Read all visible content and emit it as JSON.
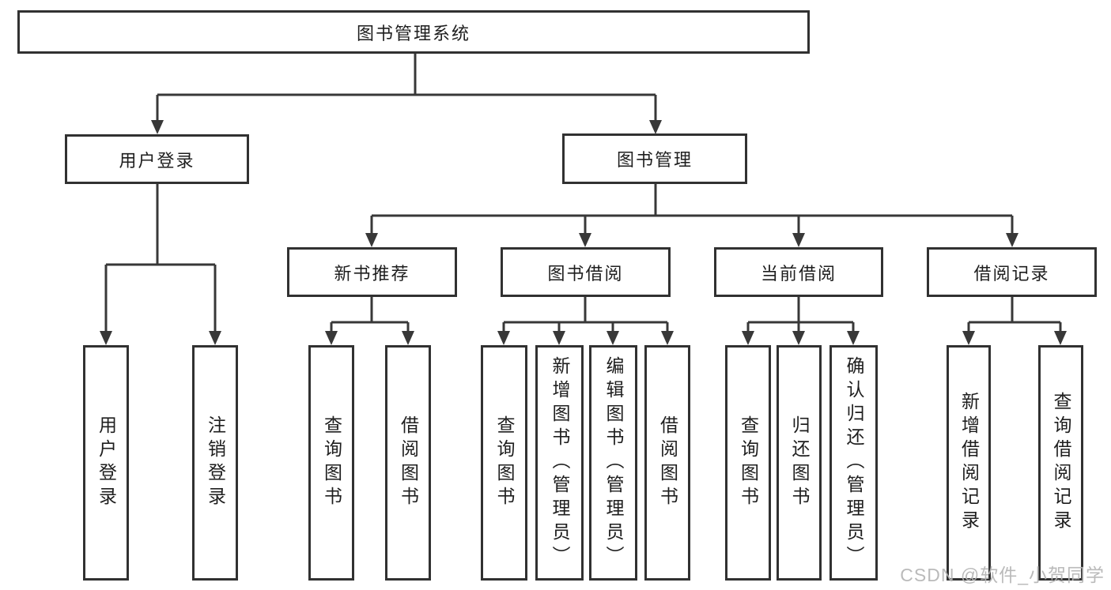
{
  "root": {
    "label": "图书管理系统"
  },
  "level2": [
    {
      "label": "用户登录",
      "parent": "图书管理系统"
    },
    {
      "label": "图书管理",
      "parent": "图书管理系统"
    }
  ],
  "level3": [
    {
      "label": "新书推荐",
      "parent": "图书管理"
    },
    {
      "label": "图书借阅",
      "parent": "图书管理"
    },
    {
      "label": "当前借阅",
      "parent": "图书管理"
    },
    {
      "label": "借阅记录",
      "parent": "图书管理"
    }
  ],
  "leaves": [
    {
      "label": "用户登录",
      "parent": "用户登录"
    },
    {
      "label": "注销登录",
      "parent": "用户登录"
    },
    {
      "label": "查询图书",
      "parent": "新书推荐"
    },
    {
      "label": "借阅图书",
      "parent": "新书推荐"
    },
    {
      "label": "查询图书",
      "parent": "图书借阅"
    },
    {
      "label": "新增图书（管理员）",
      "parent": "图书借阅"
    },
    {
      "label": "编辑图书（管理员）",
      "parent": "图书借阅"
    },
    {
      "label": "借阅图书",
      "parent": "图书借阅"
    },
    {
      "label": "查询图书",
      "parent": "当前借阅"
    },
    {
      "label": "归还图书",
      "parent": "当前借阅"
    },
    {
      "label": "确认归还（管理员）",
      "parent": "当前借阅"
    },
    {
      "label": "新增借阅记录",
      "parent": "借阅记录"
    },
    {
      "label": "查询借阅记录",
      "parent": "借阅记录"
    }
  ],
  "watermark": {
    "text": "CSDN @软件_小贺同学"
  },
  "colors": {
    "line": "#383838",
    "box_border": "#313131",
    "box_fill": "#ffffff",
    "text": "#1e1e1e",
    "watermark": "#b5b5b5",
    "background": "#ffffff"
  }
}
